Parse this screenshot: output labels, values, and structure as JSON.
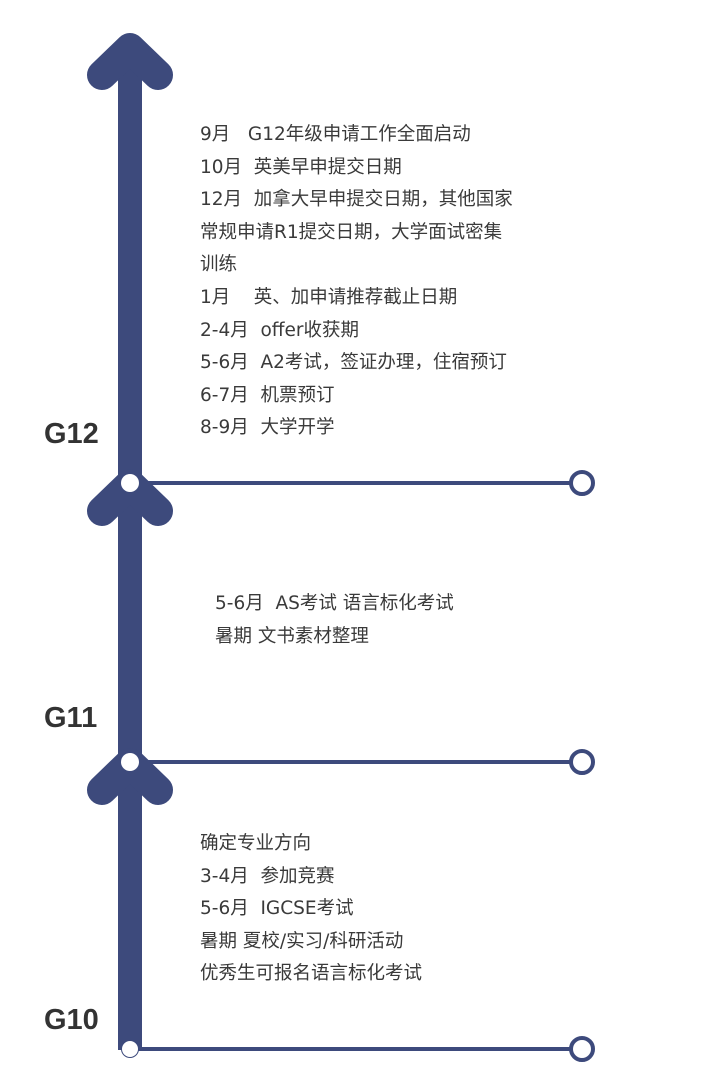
{
  "colors": {
    "accent": "#3d4a7c",
    "text": "#3a3a3a",
    "background": "#ffffff"
  },
  "stages": [
    {
      "grade": "G12",
      "items": [
        "9月   G12年级申请工作全面启动",
        "10月  英美早申提交日期",
        "12月  加拿大早申提交日期，其他国家",
        "常规申请R1提交日期，大学面试密集",
        "训练",
        "1月    英、加申请推荐截止日期",
        "2-4月  offer收获期",
        "5-6月  A2考试，签证办理，住宿预订",
        "6-7月  机票预订",
        "8-9月  大学开学"
      ]
    },
    {
      "grade": "G11",
      "items": [
        "5-6月  AS考试 语言标化考试",
        "暑期 文书素材整理"
      ]
    },
    {
      "grade": "G10",
      "items": [
        "确定专业方向",
        "3-4月  参加竞赛",
        "5-6月  IGCSE考试",
        "暑期 夏校/实习/科研活动",
        "优秀生可报名语言标化考试"
      ]
    }
  ]
}
